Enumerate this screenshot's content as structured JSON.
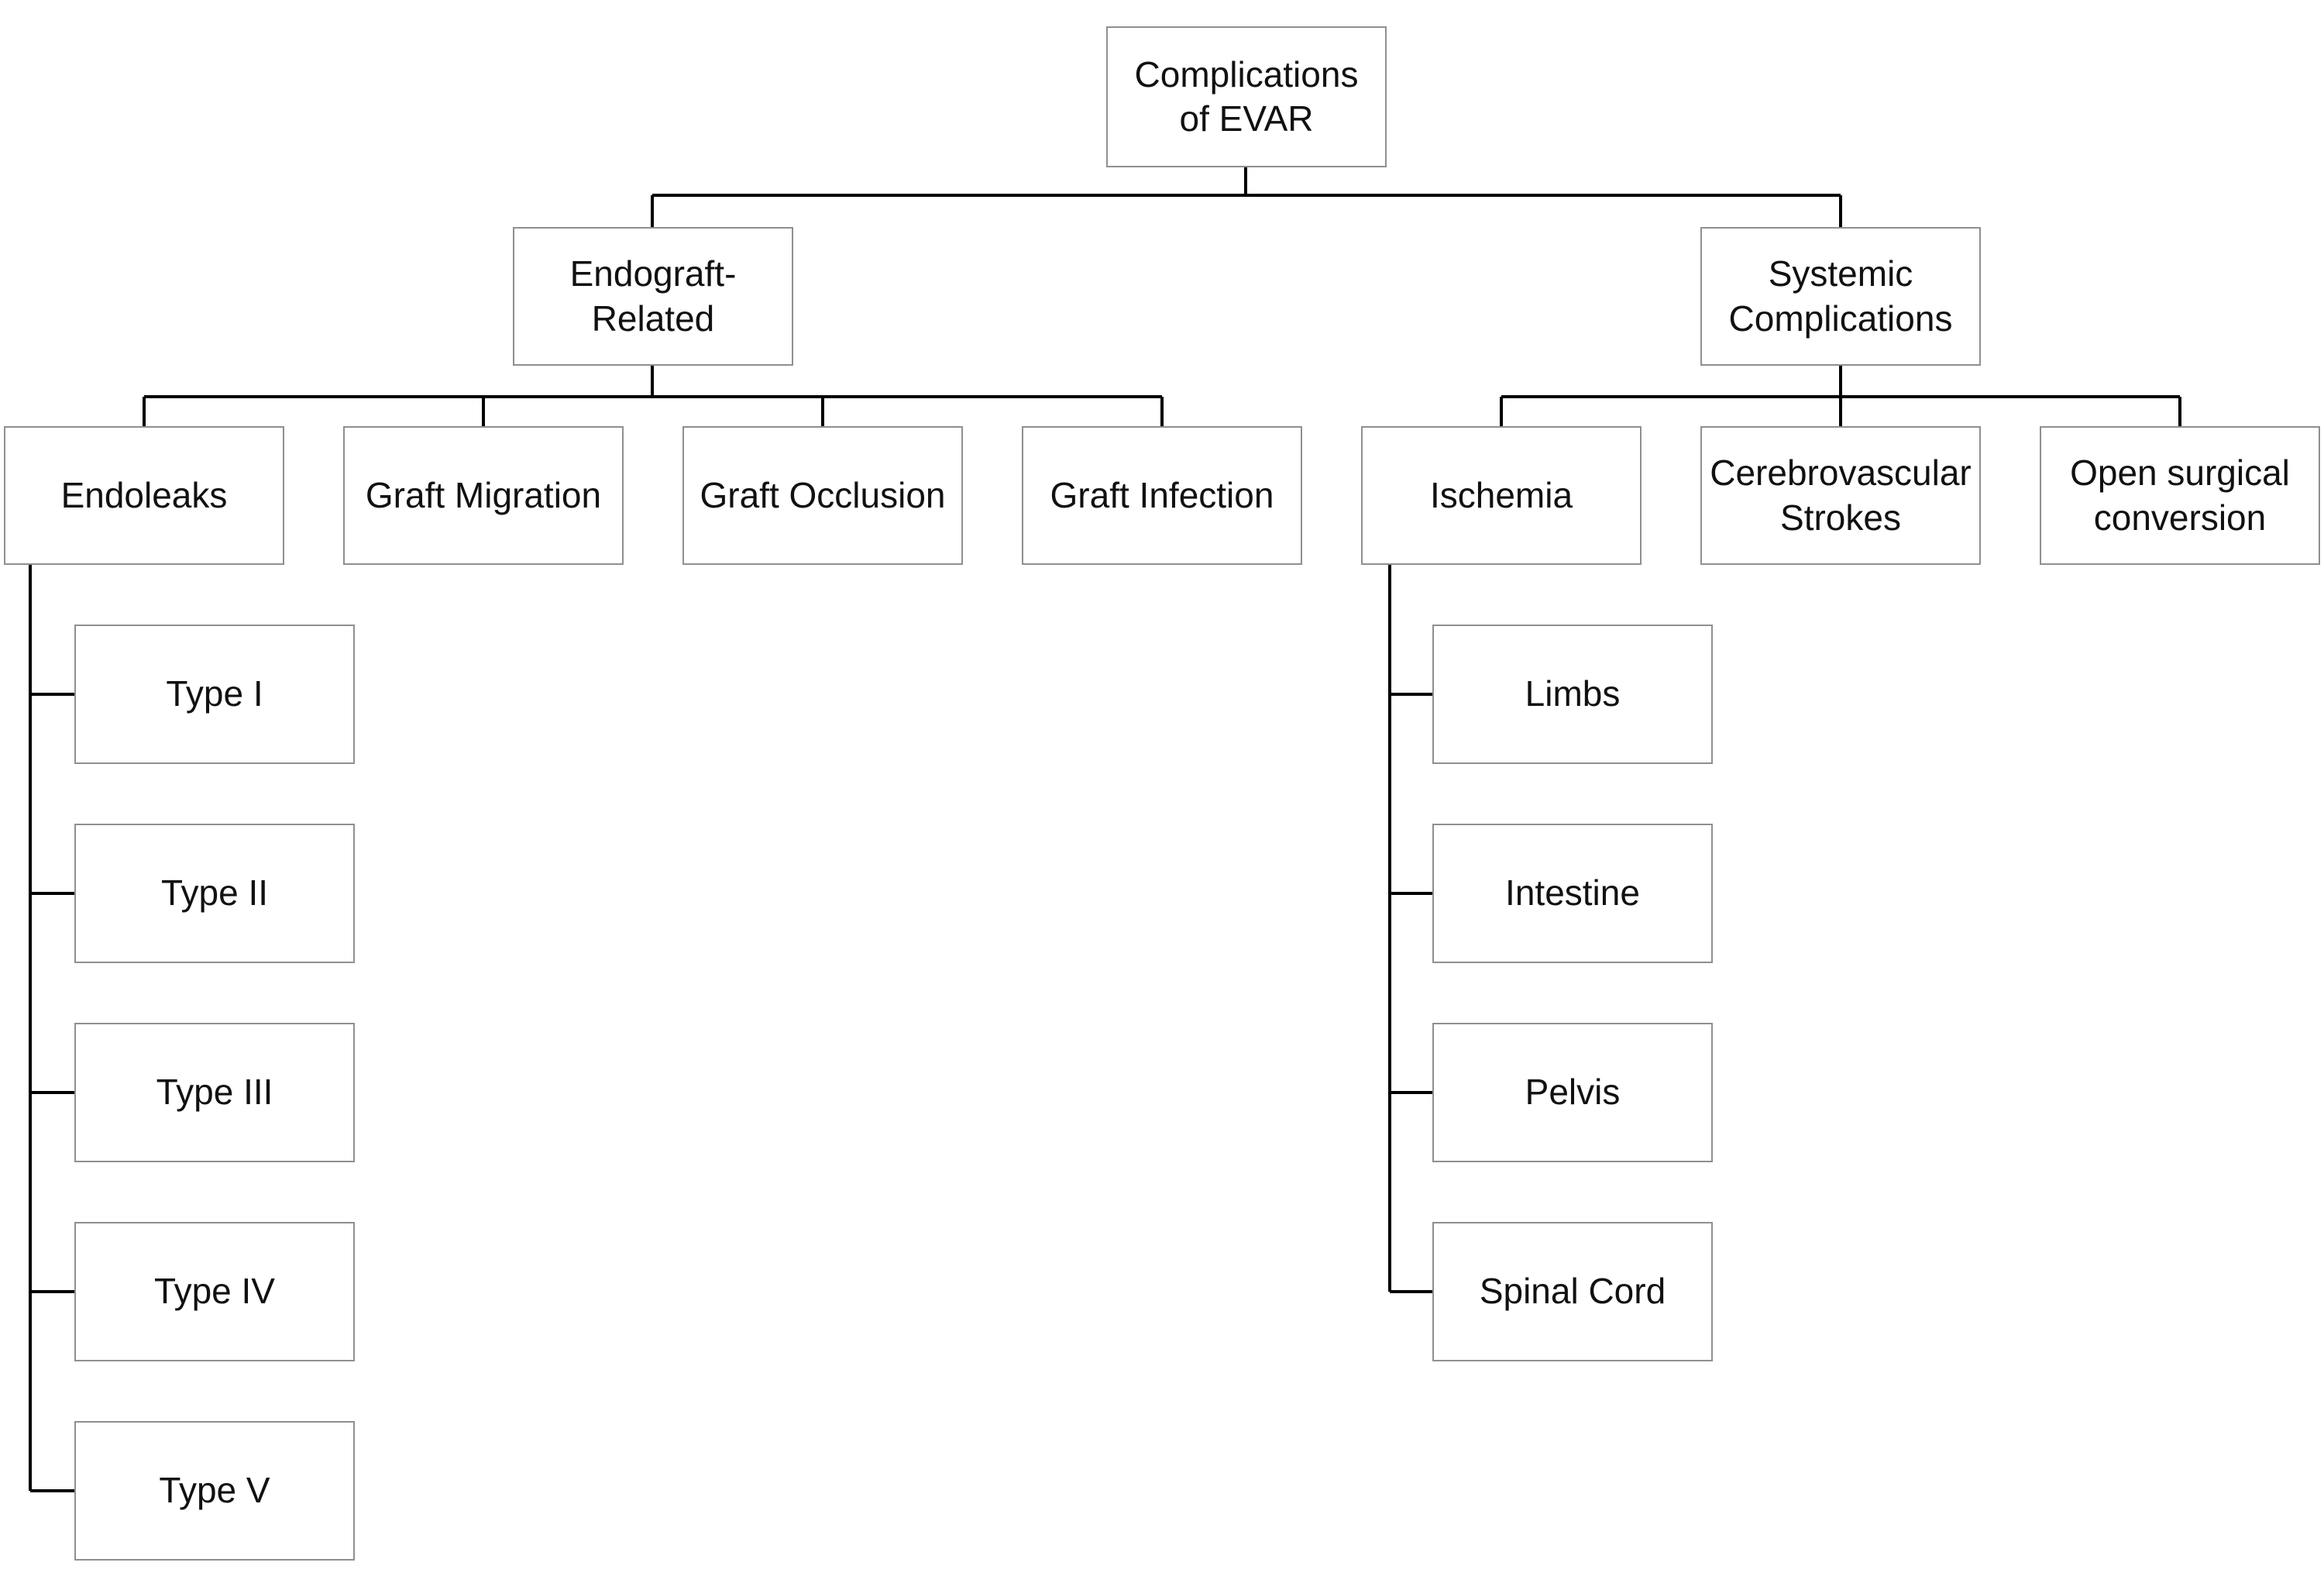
{
  "diagram": {
    "root": {
      "label_line1": "Complications",
      "label_line2": "of EVAR"
    },
    "branches": {
      "endograft": {
        "label_line1": "Endograft-",
        "label_line2": "Related",
        "children": [
          "Endoleaks",
          "Graft Migration",
          "Graft Occlusion",
          "Graft Infection"
        ],
        "endoleak_types": [
          "Type I",
          "Type II",
          "Type III",
          "Type IV",
          "Type V"
        ]
      },
      "systemic": {
        "label_line1": "Systemic",
        "label_line2": "Complications",
        "ischemia": "Ischemia",
        "cerebrovascular_line1": "Cerebrovascular",
        "cerebrovascular_line2": "Strokes",
        "open_surgical_line1": "Open surgical",
        "open_surgical_line2": "conversion",
        "ischemia_sites": [
          "Limbs",
          "Intestine",
          "Pelvis",
          "Spinal Cord"
        ]
      }
    }
  }
}
